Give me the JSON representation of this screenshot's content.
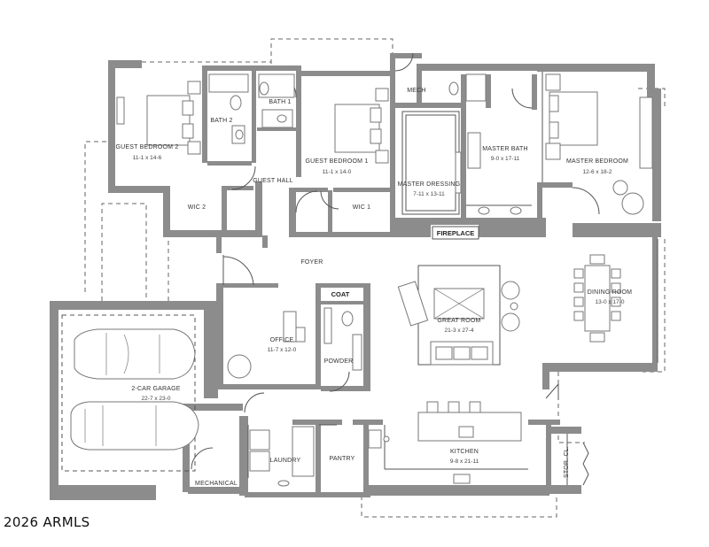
{
  "rooms": {
    "guest_bedroom_2": {
      "name": "GUEST BEDROOM 2",
      "dims": "11-1 x 14-6"
    },
    "bath_2": {
      "name": "BATH 2"
    },
    "bath_1": {
      "name": "BATH 1"
    },
    "guest_bedroom_1": {
      "name": "GUEST BEDROOM 1",
      "dims": "11-1 x 14-0"
    },
    "guest_hall": {
      "name": "GUEST HALL"
    },
    "wic_2": {
      "name": "WIC 2"
    },
    "wic_1": {
      "name": "WIC 1"
    },
    "mech": {
      "name": "MECH"
    },
    "master_dressing": {
      "name": "MASTER DRESSING",
      "dims": "7-11 x 13-11"
    },
    "master_bath": {
      "name": "MASTER BATH",
      "dims": "9-0 x 17-11"
    },
    "master_bedroom": {
      "name": "MASTER BEDROOM",
      "dims": "12-6 x 18-2"
    },
    "fireplace": {
      "name": "FIREPLACE"
    },
    "foyer": {
      "name": "FOYER"
    },
    "coat": {
      "name": "COAT"
    },
    "office": {
      "name": "OFFICE",
      "dims": "11-7 x 12-0"
    },
    "powder": {
      "name": "POWDER"
    },
    "great_room": {
      "name": "GREAT ROOM",
      "dims": "21-3 x 27-4"
    },
    "dining_room": {
      "name": "DINING ROOM",
      "dims": "13-0 x 17-0"
    },
    "garage": {
      "name": "2-CAR GARAGE",
      "dims": "22-7 x 23-0"
    },
    "kitchen": {
      "name": "KITCHEN",
      "dims": "9-8 x 21-11"
    },
    "laundry": {
      "name": "LAUNDRY"
    },
    "pantry": {
      "name": "PANTRY"
    },
    "mechanical": {
      "name": "MECHANICAL"
    },
    "stor_cl": {
      "name": "STOR. CL."
    }
  },
  "copyright": "2026 ARMLS"
}
